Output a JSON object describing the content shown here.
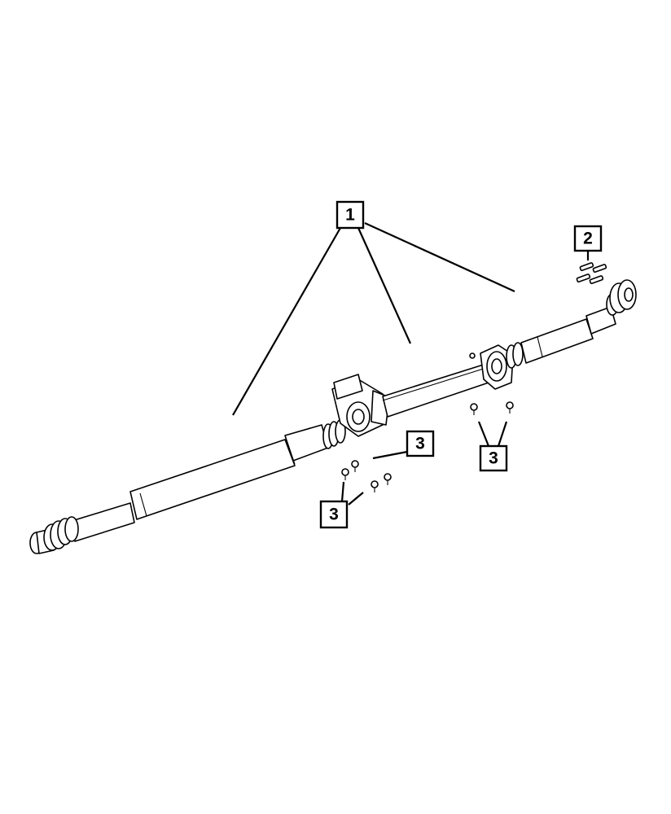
{
  "callouts": [
    {
      "id": "callout-1",
      "label": "1"
    },
    {
      "id": "callout-2",
      "label": "2"
    },
    {
      "id": "callout-3a",
      "label": "3"
    },
    {
      "id": "callout-3b",
      "label": "3"
    },
    {
      "id": "callout-3c",
      "label": "3"
    }
  ],
  "parts": [
    {
      "callout": "1",
      "name": "drive-shaft-assembly"
    },
    {
      "callout": "2",
      "name": "bolts-set"
    },
    {
      "callout": "3",
      "name": "mounting-bolts"
    }
  ],
  "colors": {
    "line": "#000000",
    "background": "#ffffff"
  }
}
